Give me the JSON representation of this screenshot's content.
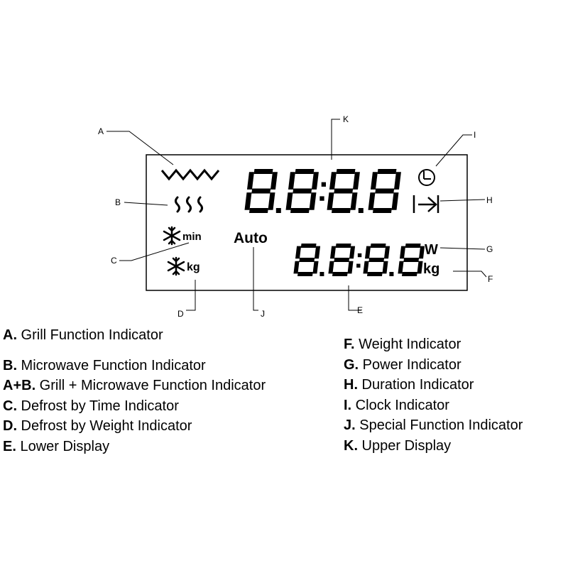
{
  "display": {
    "upper_digits": "8.8:8.8",
    "lower_digits": "8.8:8.8",
    "auto_text": "Auto",
    "min_text": "min",
    "kg_text": "kg",
    "w_text": "W",
    "kg_right_text": "kg"
  },
  "callouts": {
    "A": "A",
    "B": "B",
    "C": "C",
    "D": "D",
    "E": "E",
    "F": "F",
    "G": "G",
    "H": "H",
    "I": "I",
    "J": "J",
    "K": "K"
  },
  "legend": {
    "left": [
      {
        "key": "A.",
        "text": " Grill Function Indicator"
      },
      {
        "key": "B.",
        "text": " Microwave Function Indicator"
      },
      {
        "key": "A+B.",
        "text": " Grill + Microwave Function Indicator"
      },
      {
        "key": "C.",
        "text": " Defrost by Time Indicator"
      },
      {
        "key": "D.",
        "text": " Defrost by Weight Indicator"
      },
      {
        "key": "E.",
        "text": " Lower Display"
      }
    ],
    "right": [
      {
        "key": "F.",
        "text": " Weight Indicator"
      },
      {
        "key": "G.",
        "text": " Power Indicator"
      },
      {
        "key": "H.",
        "text": " Duration Indicator"
      },
      {
        "key": "I.",
        "text": " Clock Indicator"
      },
      {
        "key": "J.",
        "text": " Special Function Indicator"
      },
      {
        "key": "K.",
        "text": " Upper Display"
      }
    ]
  }
}
